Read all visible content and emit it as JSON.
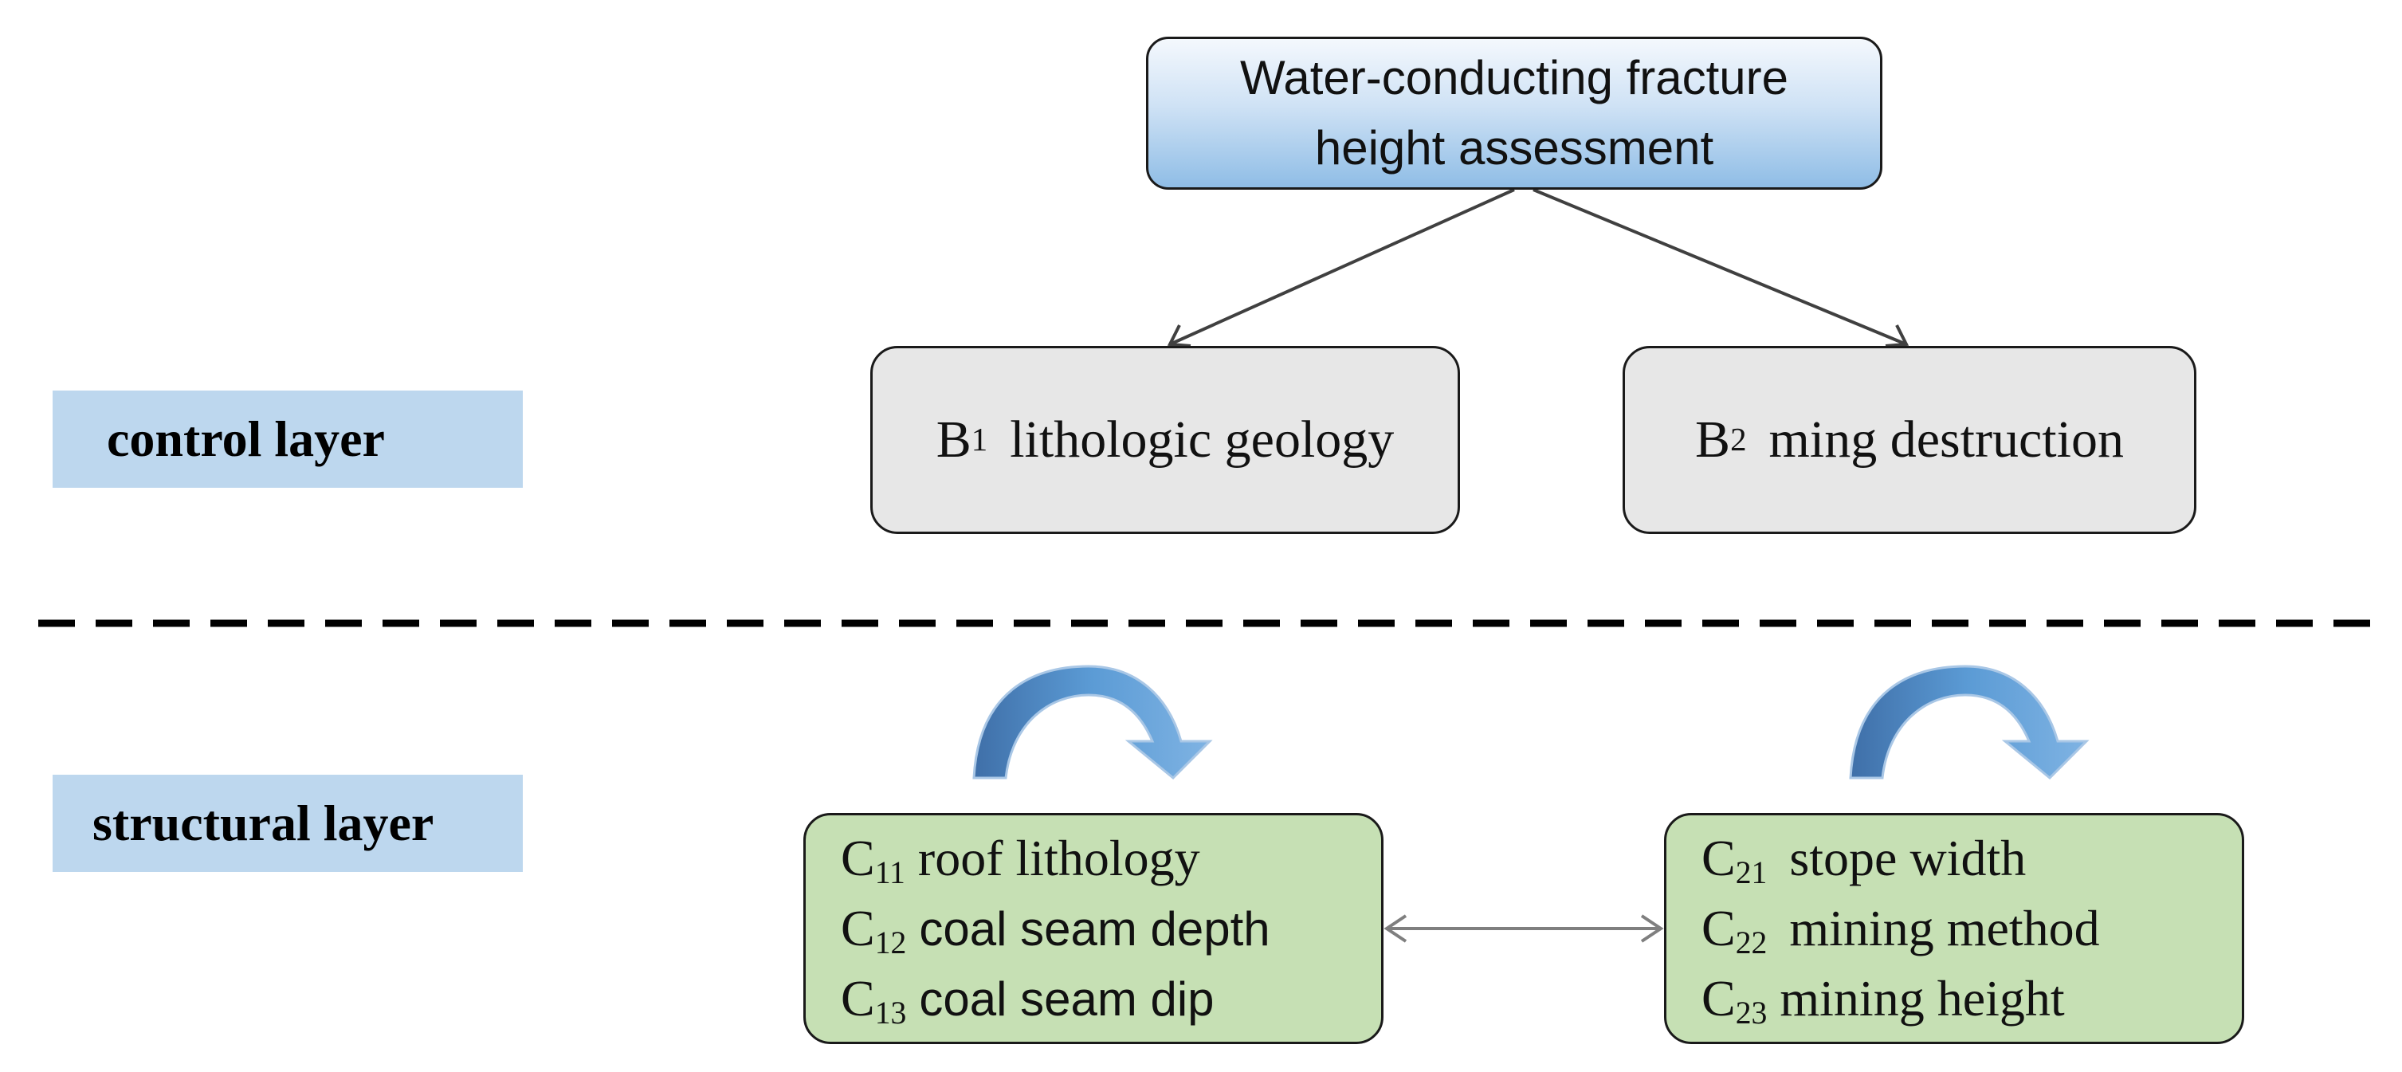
{
  "root": {
    "line1": "Water-conducting fracture",
    "line2": "height assessment"
  },
  "layers": {
    "control": "control layer",
    "structural": "structural layer"
  },
  "b_nodes": [
    {
      "code": "B",
      "sub": "1",
      "label": "lithologic geology"
    },
    {
      "code": "B",
      "sub": "2",
      "label": "ming destruction"
    }
  ],
  "c_groups": [
    {
      "items": [
        {
          "code": "C",
          "sub": "11",
          "label": "roof lithology"
        },
        {
          "code": "C",
          "sub": "12",
          "label": "coal seam depth"
        },
        {
          "code": "C",
          "sub": "13",
          "label": "coal seam dip"
        }
      ]
    },
    {
      "items": [
        {
          "code": "C",
          "sub": "21",
          "label": "stope width"
        },
        {
          "code": "C",
          "sub": "22",
          "label": "mining method"
        },
        {
          "code": "C",
          "sub": "23",
          "label": "mining height"
        }
      ]
    }
  ],
  "colors": {
    "root_fill_top": "#f4f8fd",
    "root_fill_bottom": "#8fbde6",
    "b_fill": "#e7e7e7",
    "c_fill": "#c6e0b4",
    "layer_label_fill": "#bdd7ee",
    "curved_arrow": "#5b9bd5",
    "connector": "#404040",
    "double_arrow": "#7f7f7f"
  }
}
